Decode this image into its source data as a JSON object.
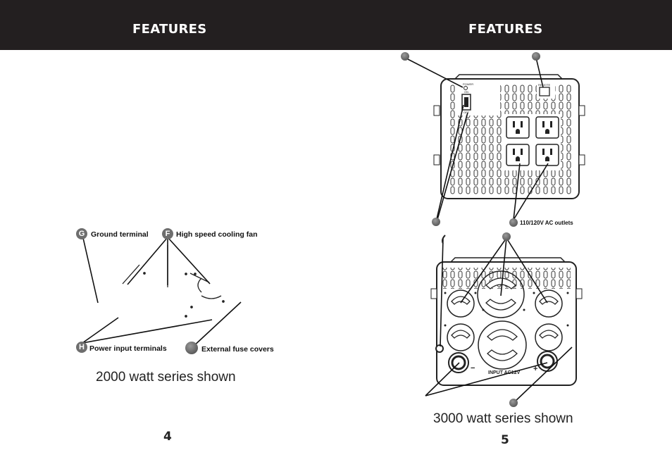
{
  "header": {
    "left_title": "FEATURES",
    "right_title": "FEATURES"
  },
  "left_page": {
    "labels": {
      "g_badge": "G",
      "g": "Ground terminal",
      "f_badge": "F",
      "f": "High speed cooling fan",
      "h_badge": "H",
      "h": "Power input terminals",
      "fuse": "External fuse covers"
    },
    "caption": "2000 watt series shown",
    "page_number": "4"
  },
  "right_page": {
    "ac_outlets_label": "110/120V AC outlets",
    "panel_text": {
      "power": "POWER",
      "on": "ON",
      "off": "OFF",
      "remote": "REMOTE",
      "input": "INPUT AC12V",
      "minus": "−",
      "plus": "+"
    },
    "caption": "3000 watt series shown",
    "page_number": "5"
  },
  "colors": {
    "header_bg": "#231f20",
    "header_text": "#ffffff",
    "callout_dot": "#6e6e6e"
  }
}
